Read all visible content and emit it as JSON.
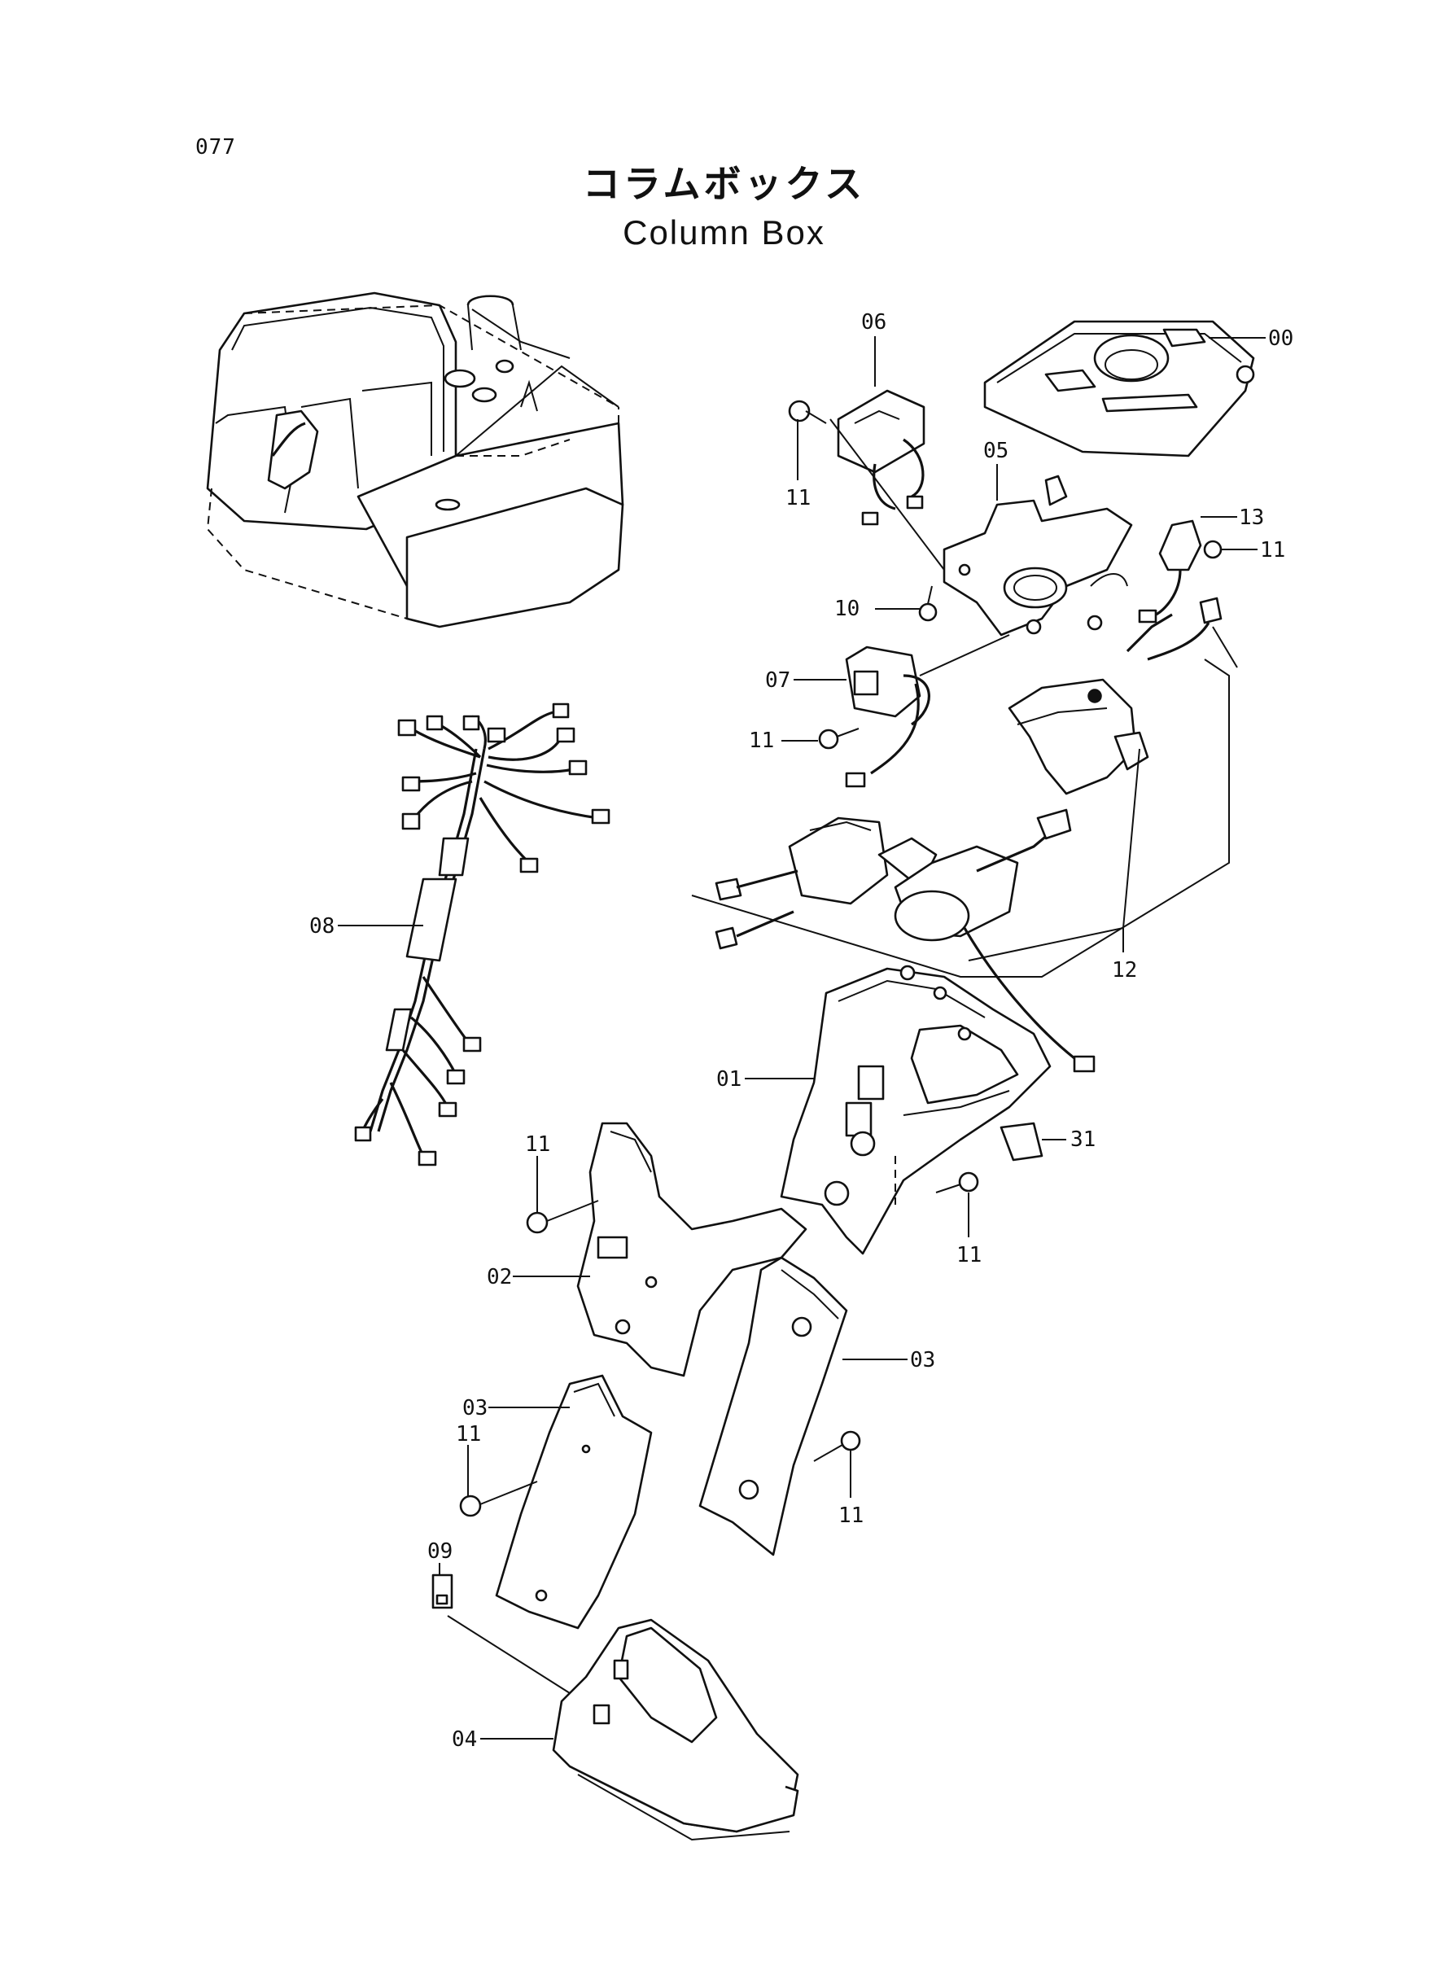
{
  "page_number": "077",
  "title_ja": "コラムボックス",
  "title_en": "Column Box",
  "callouts": {
    "c00": "00",
    "c05": "05",
    "c06": "06",
    "c13": "13",
    "c11_a": "11",
    "c11_b": "11",
    "c10": "10",
    "c07": "07",
    "c11_c": "11",
    "c08": "08",
    "c12": "12",
    "c01": "01",
    "c31": "31",
    "c11_d": "11",
    "c11_e": "11",
    "c02": "02",
    "c03_a": "03",
    "c03_b": "03",
    "c11_f": "11",
    "c11_g": "11",
    "c09": "09",
    "c04": "04"
  }
}
